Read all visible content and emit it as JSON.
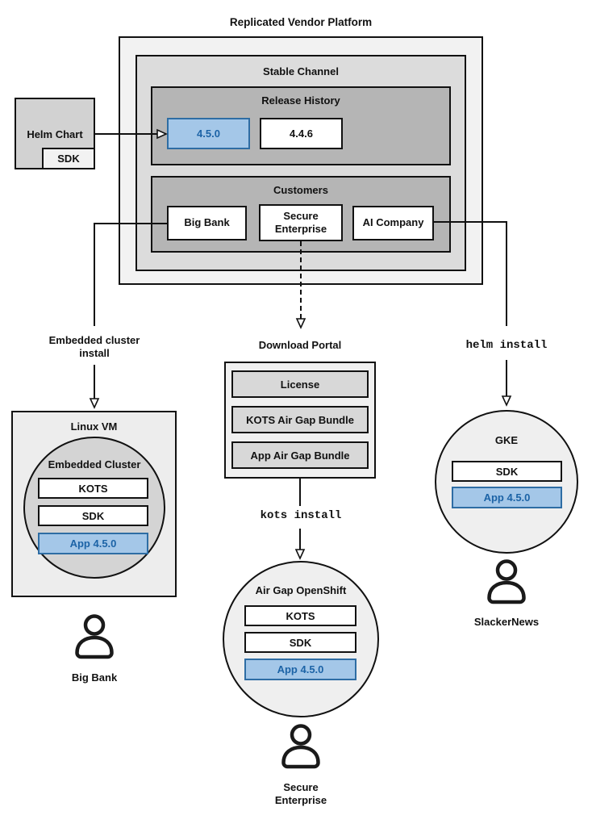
{
  "diagram": {
    "title": "Replicated Vendor Platform",
    "stable_channel": {
      "title": "Stable Channel",
      "release_history": {
        "title": "Release History",
        "releases": [
          {
            "version": "4.5.0",
            "highlighted": true
          },
          {
            "version": "4.4.6",
            "highlighted": false
          }
        ]
      },
      "customers": {
        "title": "Customers",
        "items": [
          {
            "name": "Big Bank"
          },
          {
            "name": "Secure\nEnterprise"
          },
          {
            "name": "AI Company"
          }
        ]
      }
    },
    "helm_chart": {
      "label": "Helm Chart",
      "sdk": "SDK"
    },
    "left_branch": {
      "install_method": "Embedded cluster\ninstall",
      "host_title": "Linux VM",
      "cluster": {
        "title": "Embedded Cluster",
        "components": [
          "KOTS",
          "SDK",
          "App 4.5.0"
        ]
      },
      "user": "Big Bank"
    },
    "middle_branch": {
      "portal": {
        "title": "Download Portal",
        "items": [
          "License",
          "KOTS Air Gap Bundle",
          "App Air Gap Bundle"
        ]
      },
      "install_method": "kots install",
      "cluster": {
        "title": "Air Gap OpenShift",
        "components": [
          "KOTS",
          "SDK",
          "App 4.5.0"
        ]
      },
      "user": "Secure\nEnterprise"
    },
    "right_branch": {
      "install_method": "helm install",
      "cluster": {
        "title": "GKE",
        "components": [
          "SDK",
          "App 4.5.0"
        ]
      },
      "user": "SlackerNews"
    },
    "colors": {
      "highlight_fill": "#a4c7e8",
      "highlight_border": "#2e6da4",
      "highlight_text": "#1c63a6",
      "outer_box_fill": "#f2f2f2",
      "channel_fill": "#dcdcdc",
      "inner_group_fill": "#b5b5b5"
    }
  }
}
